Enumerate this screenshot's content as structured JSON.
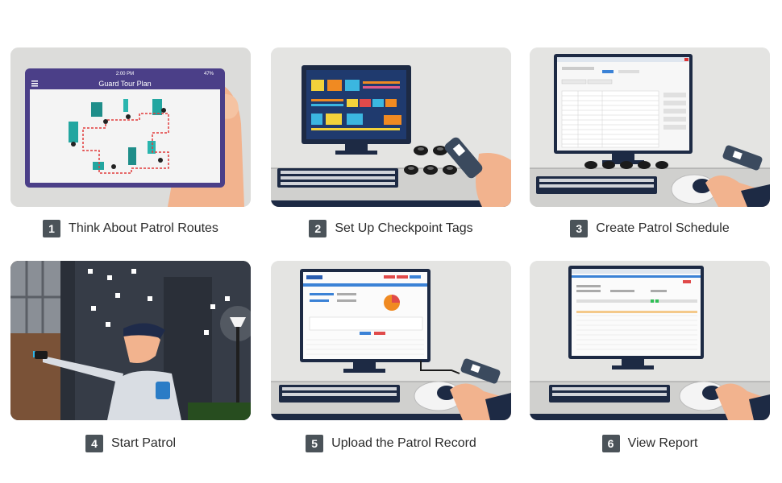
{
  "steps": [
    {
      "number": "1",
      "label": "Think About Patrol Routes",
      "illustration": "tablet-route-map"
    },
    {
      "number": "2",
      "label": "Set Up Checkpoint Tags",
      "illustration": "computer-checkpoint-tags"
    },
    {
      "number": "3",
      "label": "Create Patrol Schedule",
      "illustration": "computer-schedule-window"
    },
    {
      "number": "4",
      "label": "Start Patrol",
      "illustration": "guard-night-patrol"
    },
    {
      "number": "5",
      "label": "Upload the Patrol Record",
      "illustration": "computer-upload-record"
    },
    {
      "number": "6",
      "label": "View Report",
      "illustration": "computer-report-table"
    }
  ],
  "tablet": {
    "time": "2:00 PM",
    "battery": "47%",
    "title": "Guard Tour Plan"
  },
  "colors": {
    "badge": "#4b5359",
    "panel_bg": "#e4e4e2",
    "screen_frame": "#1d2a44",
    "tablet_bar": "#4c3f86"
  }
}
